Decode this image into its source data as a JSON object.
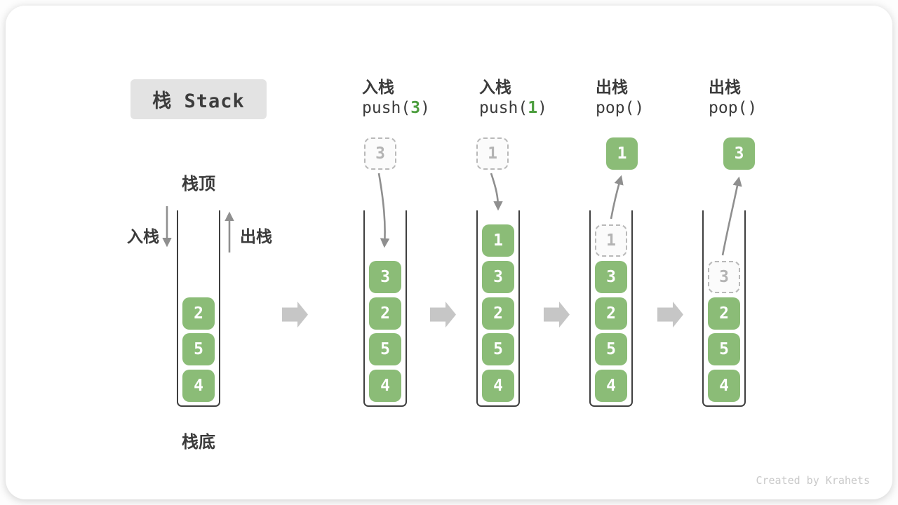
{
  "title": "栈 Stack",
  "legend": {
    "stack_top": "栈顶",
    "stack_bottom": "栈底",
    "push": "入栈",
    "pop": "出栈"
  },
  "columns": [
    {
      "stack": [
        "2",
        "5",
        "4"
      ]
    },
    {
      "label": "入栈",
      "code_pre": "push(",
      "code_arg": "3",
      "code_post": ")",
      "float_value": "3",
      "float_style": "dashed",
      "stack": [
        "3",
        "2",
        "5",
        "4"
      ]
    },
    {
      "label": "入栈",
      "code_pre": "push(",
      "code_arg": "1",
      "code_post": ")",
      "float_value": "1",
      "float_style": "dashed",
      "stack": [
        "1",
        "3",
        "2",
        "5",
        "4"
      ]
    },
    {
      "label": "出栈",
      "code_pre": "pop()",
      "code_arg": "",
      "code_post": "",
      "float_value": "1",
      "float_style": "solid",
      "ghost_value": "1",
      "stack": [
        "3",
        "2",
        "5",
        "4"
      ]
    },
    {
      "label": "出栈",
      "code_pre": "pop()",
      "code_arg": "",
      "code_post": "",
      "float_value": "3",
      "float_style": "solid",
      "ghost_value": "3",
      "stack": [
        "2",
        "5",
        "4"
      ]
    }
  ],
  "watermark": "Created by Krahets",
  "colors": {
    "element_green": "#8bbc77",
    "code_arg_green": "#4d9e3f",
    "arrow_gray": "#8f8f8f",
    "step_arrow_gray": "#c6c6c6",
    "badge_gray": "#e3e3e3",
    "text_dark": "#3b3b3b"
  }
}
